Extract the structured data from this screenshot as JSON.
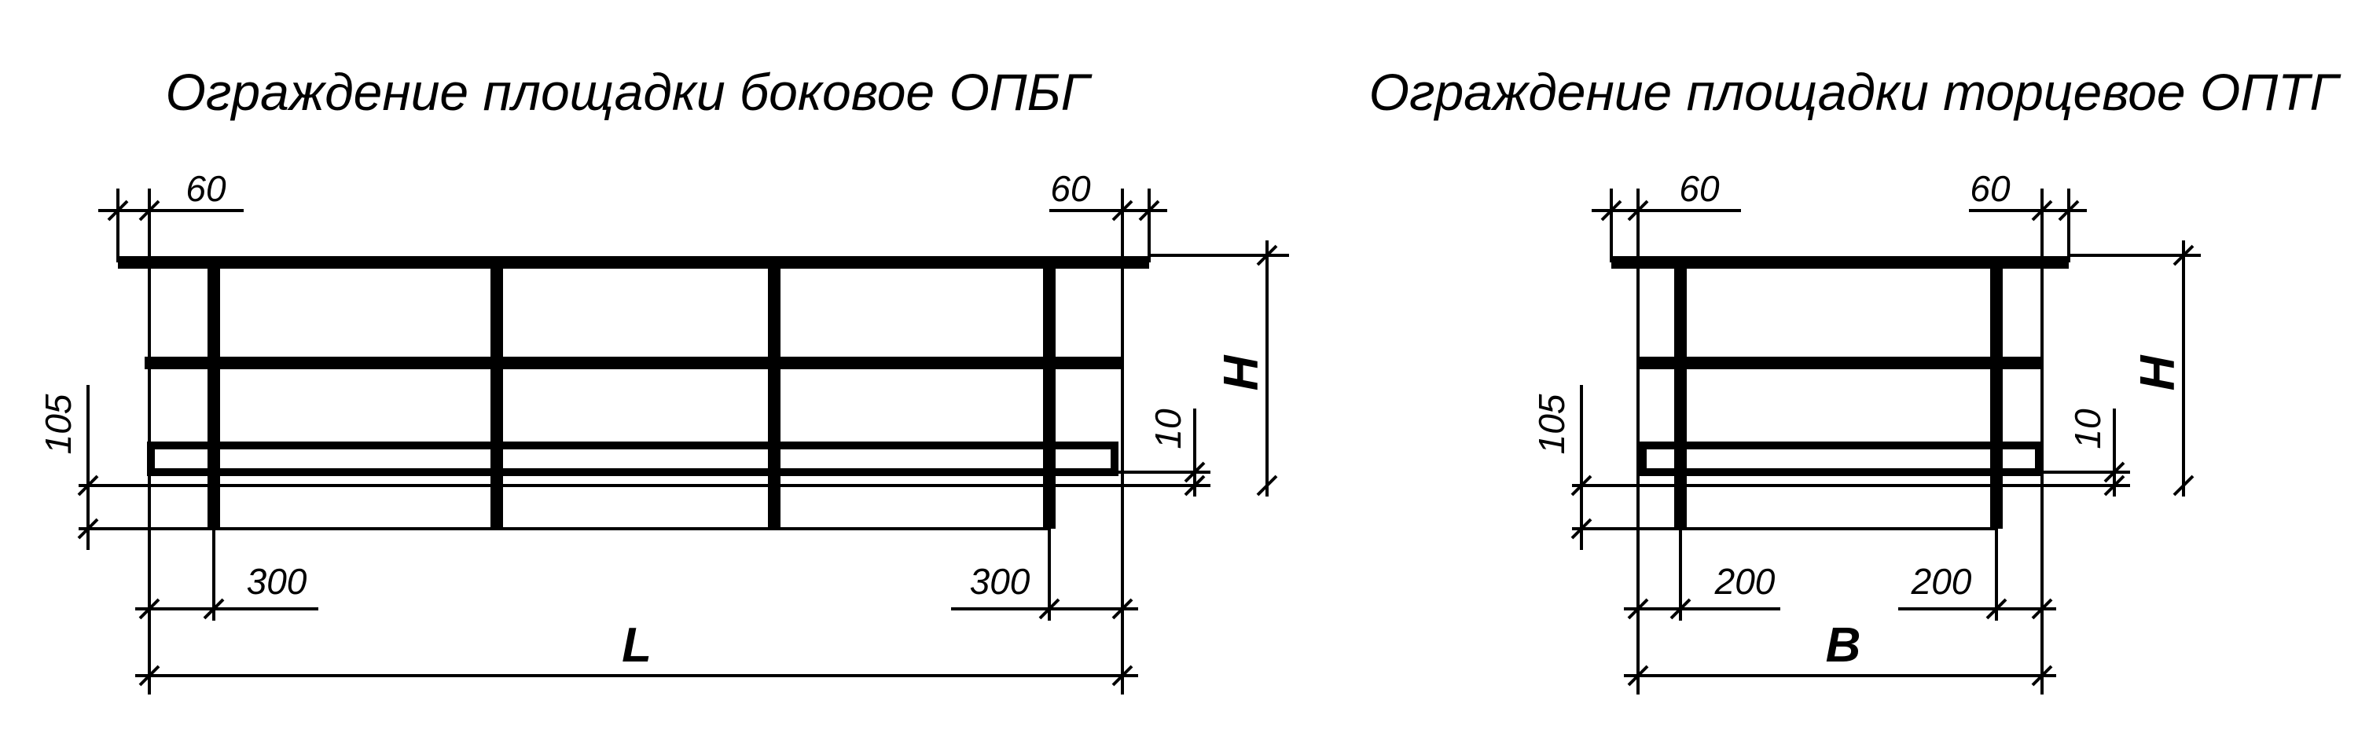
{
  "left_view": {
    "title": "Ограждение площадки боковое ОПБГ",
    "dim_top_left": "60",
    "dim_top_right": "60",
    "dim_height": "H",
    "dim_side": "105",
    "dim_toe": "10",
    "dim_bottom_left": "300",
    "dim_bottom_right": "300",
    "dim_length": "L"
  },
  "right_view": {
    "title": "Ограждение площадки торцевое ОПТГ",
    "dim_top_left": "60",
    "dim_top_right": "60",
    "dim_height": "H",
    "dim_side": "105",
    "dim_toe": "10",
    "dim_bottom_left": "200",
    "dim_bottom_right": "200",
    "dim_width": "B"
  }
}
